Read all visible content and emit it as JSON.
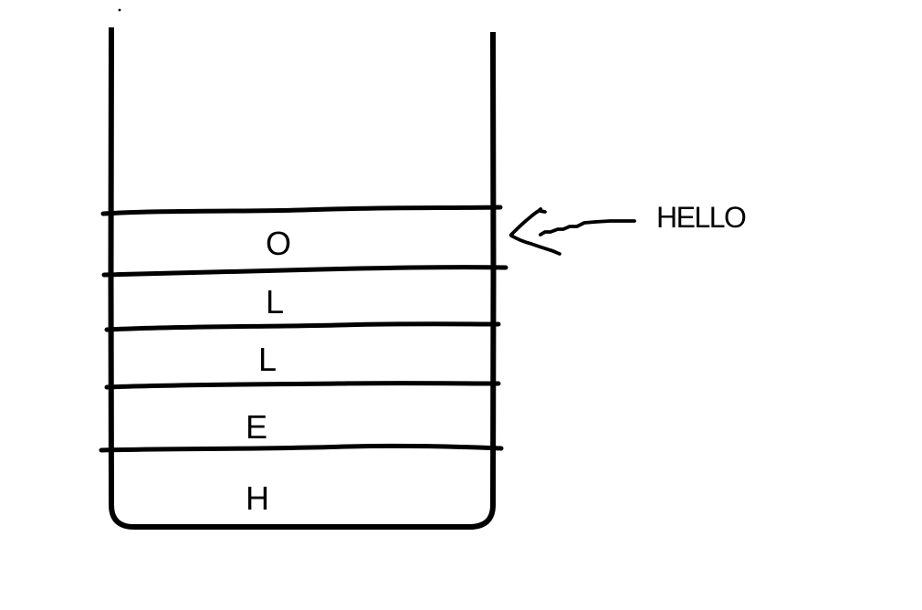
{
  "diagram": {
    "kind": "hand-drawn stack diagram",
    "stack": {
      "slots_top_to_bottom": [
        "O",
        "L",
        "L",
        "E",
        "H"
      ],
      "top_slot": "O",
      "bottom_slot": "H",
      "word_bottom_to_top": "HELLO"
    },
    "annotation": {
      "label": "HELLO",
      "arrow_points_to": "top slot (O)"
    },
    "colors": {
      "ink": "#000000",
      "background": "#ffffff"
    }
  }
}
